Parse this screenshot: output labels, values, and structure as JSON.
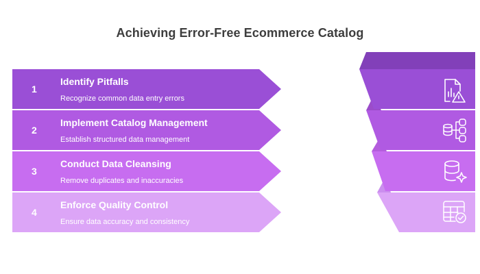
{
  "title": "Achieving Error-Free Ecommerce Catalog",
  "steps": [
    {
      "number": "1",
      "title": "Identify Pitfalls",
      "description": "Recognize common data entry errors",
      "icon": "chart-warning-icon",
      "color": "#9a4fd6",
      "dark": "#8240b9"
    },
    {
      "number": "2",
      "title": "Implement Catalog Management",
      "description": "Establish structured data management",
      "icon": "database-hierarchy-icon",
      "color": "#b05ae2",
      "dark": "#9b4cca"
    },
    {
      "number": "3",
      "title": "Conduct Data Cleansing",
      "description": "Remove duplicates and inaccuracies",
      "icon": "database-sparkle-icon",
      "color": "#c76df0",
      "dark": "#b45ddd"
    },
    {
      "number": "4",
      "title": "Enforce Quality Control",
      "description": "Ensure data accuracy and consistency",
      "icon": "table-check-icon",
      "color": "#dca5f7",
      "dark": "#cb8eee"
    }
  ]
}
